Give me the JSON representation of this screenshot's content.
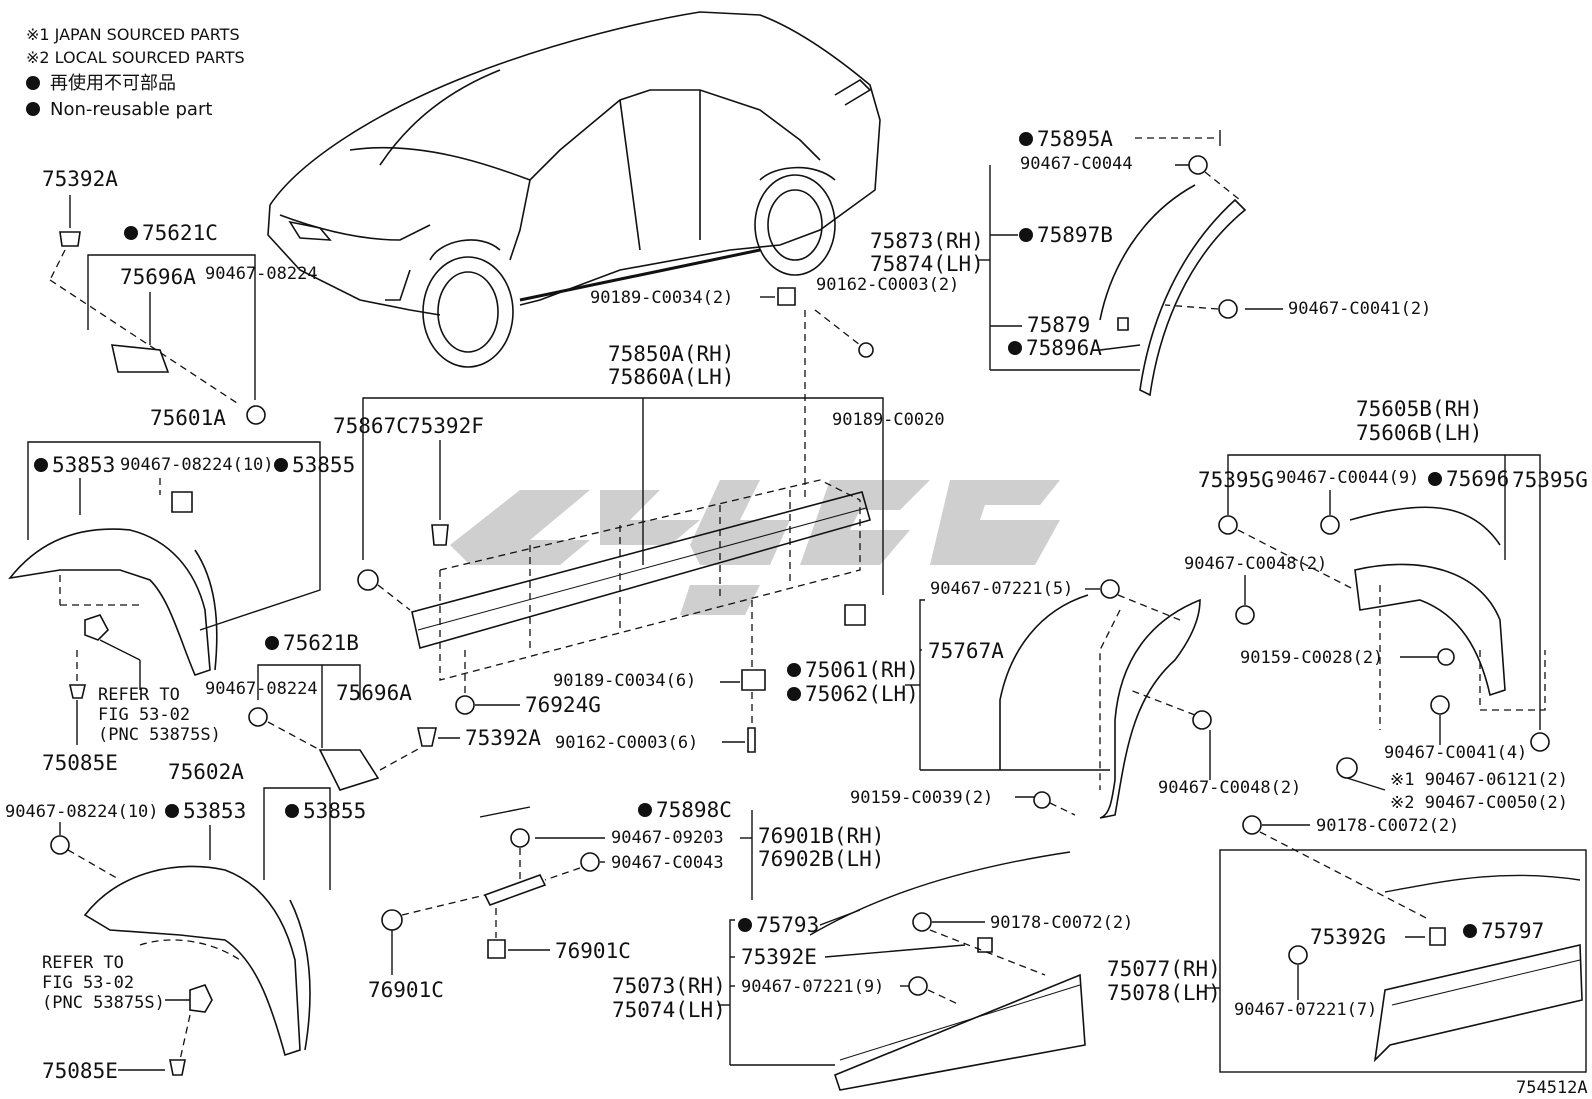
{
  "notes": {
    "japan": "※1 JAPAN SOURCED PARTS",
    "local": "※2 LOCAL SOURCED PARTS",
    "nonreuse_jp": "再使用不可部品",
    "nonreuse_en": "Non-reusable part"
  },
  "figure_code": "754512A",
  "labels": {
    "p75392A_top": "75392A",
    "p75621C": "75621C",
    "p75696A_top": "75696A",
    "p90467_08224_top": "90467-08224",
    "p75601A": "75601A",
    "p53853_a": "53853",
    "p90467_08224_10_a": "90467-08224(10)",
    "p53855_a": "53855",
    "refer1_a": "REFER TO",
    "refer1_b": "FIG 53-02",
    "refer1_c": "(PNC 53875S)",
    "p75085E_a": "75085E",
    "p75621B": "75621B",
    "p90467_08224_mid": "90467-08224",
    "p75696A_mid": "75696A",
    "p75392A_mid": "75392A",
    "p75602A": "75602A",
    "p90467_08224_10_b": "90467-08224(10)",
    "p53853_b": "53853",
    "p53855_b": "53855",
    "refer2_a": "REFER TO",
    "refer2_b": "FIG 53-02",
    "refer2_c": "(PNC 53875S)",
    "p75085E_b": "75085E",
    "p90189_C0034_2": "90189-C0034(2)",
    "p90162_C0003_2": "90162-C0003(2)",
    "p75850A": "75850A(RH)",
    "p75860A": "75860A(LH)",
    "p75867C": "75867C",
    "p75392F": "75392F",
    "p90189_C0020": "90189-C0020",
    "p90189_C0034_6": "90189-C0034(6)",
    "p76924G": "76924G",
    "p90162_C0003_6": "90162-C0003(6)",
    "p75895A": "75895A",
    "p90467_C0044": "90467-C0044",
    "p75873": "75873(RH)",
    "p75874": "75874(LH)",
    "p75897B": "75897B",
    "p90467_C0041_2": "90467-C0041(2)",
    "p75879": "75879",
    "p75896A": "75896A",
    "p75605B": "75605B(RH)",
    "p75606B": "75606B(LH)",
    "p75395G_l": "75395G",
    "p90467_C0044_9": "90467-C0044(9)",
    "p75696": "75696",
    "p75395G_r": "75395G",
    "p90467_C0048_2_a": "90467-C0048(2)",
    "p90159_C0028_2": "90159-C0028(2)",
    "p90467_C0041_4": "90467-C0041(4)",
    "p90467_06121_2": "※1 90467-06121(2)",
    "p90467_C0050_2": "※2 90467-C0050(2)",
    "p90467_07221_5": "90467-07221(5)",
    "p75767A": "75767A",
    "p75061": "75061(RH)",
    "p75062": "75062(LH)",
    "p90159_C0039_2": "90159-C0039(2)",
    "p90467_C0048_2_b": "90467-C0048(2)",
    "p90178_C0072_2_r": "90178-C0072(2)",
    "p75898C": "75898C",
    "p90467_09203": "90467-09203",
    "p90467_C0043": "90467-C0043",
    "p76901B": "76901B(RH)",
    "p76902B": "76902B(LH)",
    "p76901C_a": "76901C",
    "p76901C_b": "76901C",
    "p75793": "75793",
    "p75392E": "75392E",
    "p90178_C0072_2_m": "90178-C0072(2)",
    "p75073": "75073(RH)",
    "p75074": "75074(LH)",
    "p90467_07221_9": "90467-07221(9)",
    "p75077": "75077(RH)",
    "p75078": "75078(LH)",
    "p75392G": "75392G",
    "p75797": "75797",
    "p90467_07221_7": "90467-07221(7)"
  }
}
